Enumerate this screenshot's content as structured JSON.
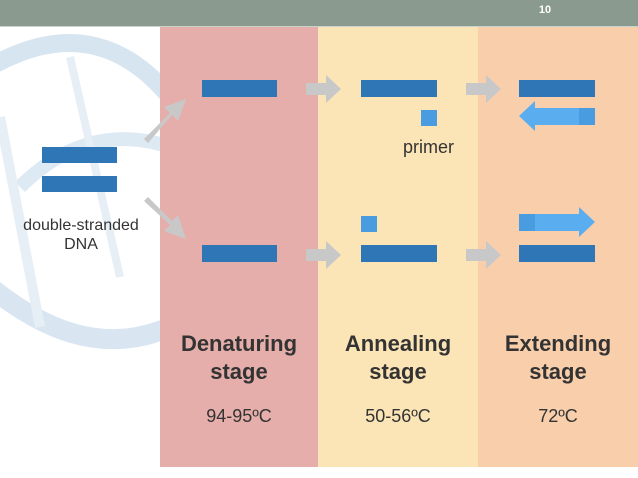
{
  "slide": {
    "number": "10"
  },
  "labels": {
    "dna_line1": "double-stranded",
    "dna_line2": "DNA",
    "primer": "primer"
  },
  "stages": [
    {
      "title_line1": "Denaturing",
      "title_line2": "stage",
      "temperature": "94-95ºC",
      "color": "#e5aeaa"
    },
    {
      "title_line1": "Annealing",
      "title_line2": "stage",
      "temperature": "50-56ºC",
      "color": "#fbe5b6"
    },
    {
      "title_line1": "Extending",
      "title_line2": "stage",
      "temperature": "72ºC",
      "color": "#f9cfab"
    }
  ],
  "colors": {
    "dna_strand": "#2f76b7",
    "primer": "#4a9ce0",
    "new_strand": "#5aaef0",
    "arrow": "#c8c8c8",
    "top_bar": "#8a9a8e"
  }
}
